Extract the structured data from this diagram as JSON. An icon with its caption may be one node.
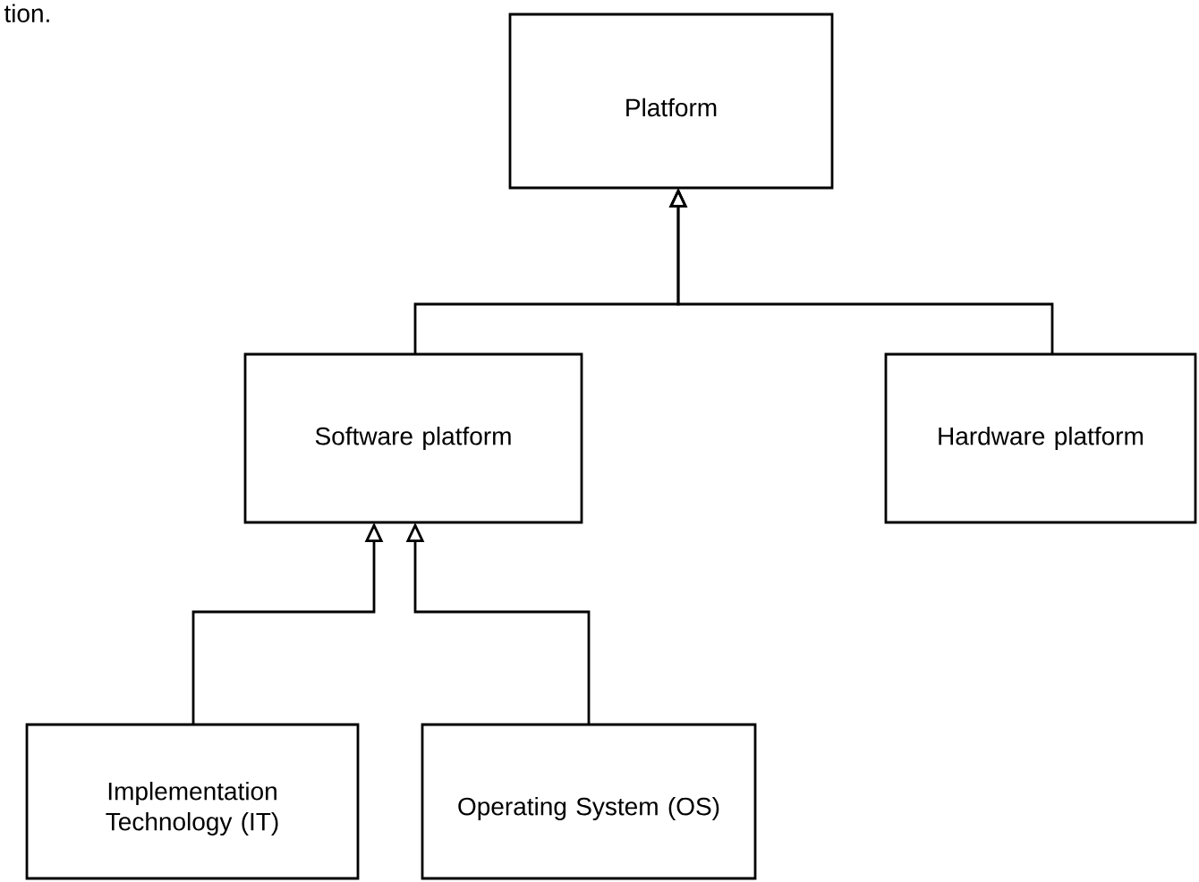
{
  "diagram": {
    "nodes": [
      {
        "text": [
          "Platform"
        ]
      },
      {
        "text": [
          "Software platform"
        ]
      },
      {
        "text": [
          "Hardware platform"
        ]
      },
      {
        "text": [
          "Implementation Technology (IT)"
        ]
      },
      {
        "text": [
          "Operating System (OS)"
        ]
      }
    ],
    "edges": [
      {
        "from": 1,
        "to": 0,
        "arrow": "to"
      },
      {
        "from": 2,
        "to": 0,
        "arrow": "to"
      },
      {
        "from": 3,
        "to": 1,
        "arrow": "to"
      },
      {
        "from": 4,
        "to": 1,
        "arrow": "to"
      }
    ],
    "labels": [
      "tion."
    ]
  }
}
